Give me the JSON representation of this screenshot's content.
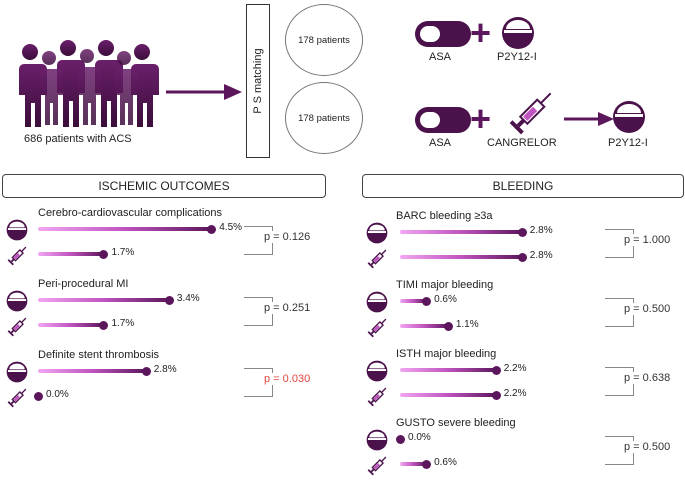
{
  "top": {
    "patients_label": "686 patients with ACS",
    "ps_matching": "P S matching",
    "group_top": "178 patients",
    "group_bottom": "178 patients",
    "row1": {
      "left": "ASA",
      "right": "P2Y12-I"
    },
    "row2": {
      "left": "ASA",
      "middle": "CANGRELOR",
      "right": "P2Y12-I"
    }
  },
  "colors": {
    "accent": "#5c165c",
    "light": "#f2a6f2",
    "significant": "#e0463c"
  },
  "ischemic": {
    "header": "ISCHEMIC OUTCOMES",
    "outcomes": [
      {
        "title": "Cerebro-cardiovascular complications",
        "p2y12": 4.5,
        "p2y12_label": "4.5%",
        "cangrelor": 1.7,
        "cangrelor_label": "1.7%",
        "p": "p = 0.126",
        "significant": false
      },
      {
        "title": "Peri-procedural MI",
        "p2y12": 3.4,
        "p2y12_label": "3.4%",
        "cangrelor": 1.7,
        "cangrelor_label": "1.7%",
        "p": "p = 0.251",
        "significant": false
      },
      {
        "title": "Definite stent thrombosis",
        "p2y12": 2.8,
        "p2y12_label": "2.8%",
        "cangrelor": 0.0,
        "cangrelor_label": "0.0%",
        "p": "p = 0.030",
        "significant": true
      }
    ]
  },
  "bleeding": {
    "header": "BLEEDING",
    "outcomes": [
      {
        "title": "BARC bleeding ≥3a",
        "p2y12": 2.8,
        "p2y12_label": "2.8%",
        "cangrelor": 2.8,
        "cangrelor_label": "2.8%",
        "p": "p = 1.000",
        "significant": false
      },
      {
        "title": "TIMI major bleeding",
        "p2y12": 0.6,
        "p2y12_label": "0.6%",
        "cangrelor": 1.1,
        "cangrelor_label": "1.1%",
        "p": "p = 0.500",
        "significant": false
      },
      {
        "title": "ISTH major bleeding",
        "p2y12": 2.2,
        "p2y12_label": "2.2%",
        "cangrelor": 2.2,
        "cangrelor_label": "2.2%",
        "p": "p = 0.638",
        "significant": false
      },
      {
        "title": "GUSTO severe bleeding",
        "p2y12": 0.0,
        "p2y12_label": "0.0%",
        "cangrelor": 0.6,
        "cangrelor_label": "0.6%",
        "p": "p = 0.500",
        "significant": false
      }
    ]
  }
}
